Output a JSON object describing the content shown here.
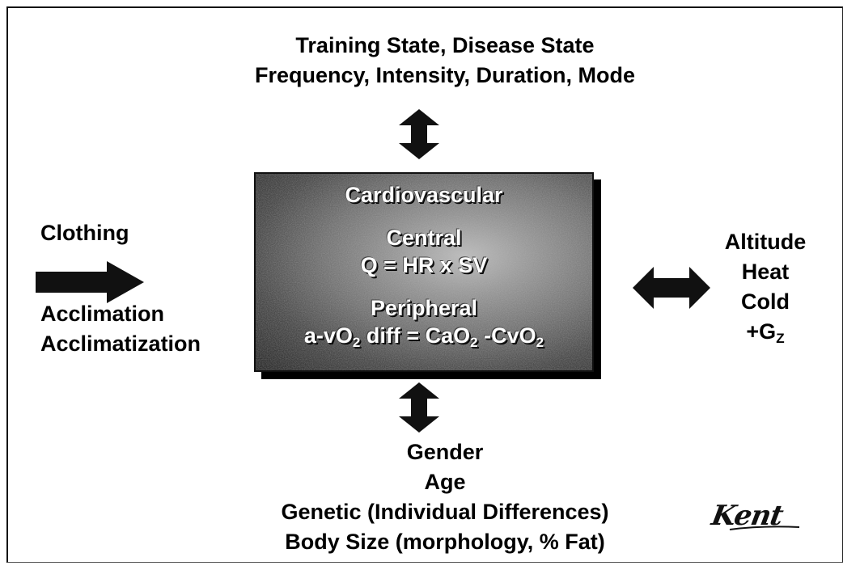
{
  "top_factors": {
    "line1": "Training State, Disease State",
    "line2": "Frequency, Intensity, Duration, Mode"
  },
  "center_box": {
    "title": "Cardiovascular",
    "central_label": "Central",
    "central_equation": "Q = HR x SV",
    "peripheral_label": "Peripheral",
    "peripheral_eq_part1": "a-vO",
    "peripheral_eq_sub1": "2",
    "peripheral_eq_part2": " diff = CaO",
    "peripheral_eq_sub2": "2",
    "peripheral_eq_part3": " -CvO",
    "peripheral_eq_sub3": "2"
  },
  "left_factors": {
    "top_label": "Clothing",
    "bottom_line1": "Acclimation",
    "bottom_line2": "Acclimatization"
  },
  "right_factors": {
    "line1": "Altitude",
    "line2": "Heat",
    "line3": "Cold",
    "line4_main": "+G",
    "line4_sub": "Z"
  },
  "bottom_factors": {
    "line1": "Gender",
    "line2": "Age",
    "line3": "Genetic (Individual Differences)",
    "line4": "Body Size (morphology, % Fat)"
  },
  "logo": {
    "text": "Kent"
  },
  "colors": {
    "text": "#000000",
    "box_light": "#bdbdbd",
    "box_dark": "#2c2c2c",
    "box_text": "#ffffff",
    "arrow": "#111111"
  },
  "icons": {
    "arrow_top": "double-vertical-arrow-icon",
    "arrow_bottom": "double-vertical-arrow-icon",
    "arrow_left": "right-arrow-icon",
    "arrow_right": "double-horizontal-arrow-icon"
  }
}
